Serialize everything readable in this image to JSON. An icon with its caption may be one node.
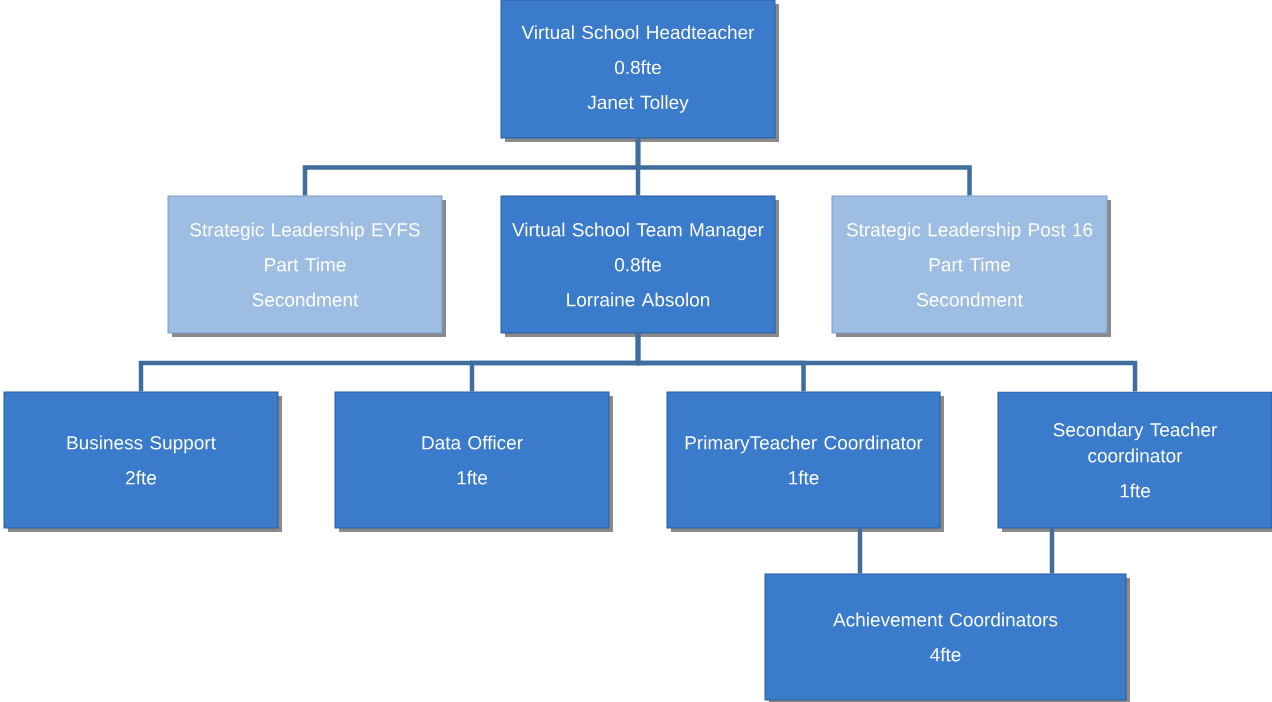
{
  "diagram": {
    "nodes": [
      {
        "text": [
          "Virtual School Headteacher",
          "0.8fte",
          "Janet Tolley"
        ]
      },
      {
        "text": [
          "Strategic Leadership EYFS",
          "Part Time",
          "Secondment"
        ]
      },
      {
        "text": [
          "Virtual School Team Manager",
          "0.8fte",
          "Lorraine Absolon"
        ]
      },
      {
        "text": [
          "Strategic Leadership Post 16",
          "Part Time",
          "Secondment"
        ]
      },
      {
        "text": [
          "Business Support",
          "2fte"
        ]
      },
      {
        "text": [
          "Data Officer",
          "1fte"
        ]
      },
      {
        "text": [
          "PrimaryTeacher Coordinator",
          "1fte"
        ]
      },
      {
        "text": [
          "Secondary Teacher coordinator",
          "1fte"
        ]
      },
      {
        "text": [
          "Achievement Coordinators",
          "4fte"
        ]
      }
    ],
    "edges": [
      {
        "from": 0,
        "to": 1,
        "arrow": "none"
      },
      {
        "from": 0,
        "to": 2,
        "arrow": "none"
      },
      {
        "from": 0,
        "to": 3,
        "arrow": "none"
      },
      {
        "from": 2,
        "to": 4,
        "arrow": "none"
      },
      {
        "from": 2,
        "to": 5,
        "arrow": "none"
      },
      {
        "from": 2,
        "to": 6,
        "arrow": "none"
      },
      {
        "from": 2,
        "to": 7,
        "arrow": "none"
      },
      {
        "from": 6,
        "to": 8,
        "arrow": "none"
      },
      {
        "from": 7,
        "to": 8,
        "arrow": "none"
      }
    ]
  }
}
